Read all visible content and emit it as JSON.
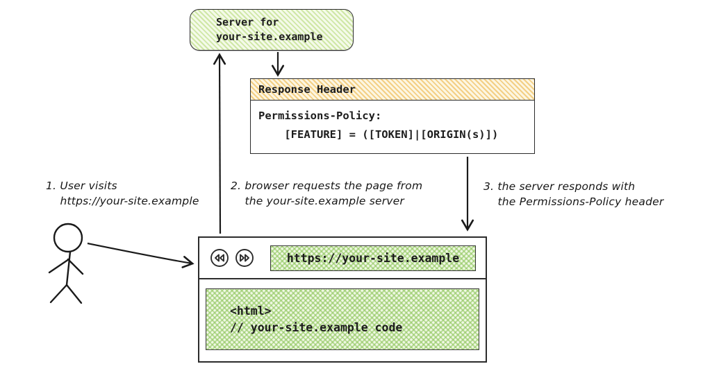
{
  "colors": {
    "ink": "#1c1c1c",
    "hatch_green_line": "#cfe7a6",
    "hatch_green_bg": "#f4fae9",
    "hatch_orange_line": "#f3cf84",
    "hatch_orange_bg": "#fdf6e2",
    "crosshatch_green_line": "#8bc458",
    "crosshatch_green_bg": "#f0f8e4"
  },
  "server": {
    "label": "Server for\nyour-site.example"
  },
  "response_header": {
    "title": "Response Header",
    "body": "Permissions-Policy:\n    [FEATURE] = ([TOKEN]|[ORIGIN(s)])"
  },
  "annotations": [
    {
      "text": "1. User visits\n    https://your-site.example"
    },
    {
      "text": "2. browser requests the page from\n    the your-site.example server"
    },
    {
      "text": "3. the server responds with\n    the Permissions-Policy header"
    }
  ],
  "browser": {
    "url": "https://your-site.example",
    "page_code": "<html>\n// your-site.example code",
    "back_icon": "double-chevron-left-circle",
    "forward_icon": "double-chevron-right-circle"
  }
}
